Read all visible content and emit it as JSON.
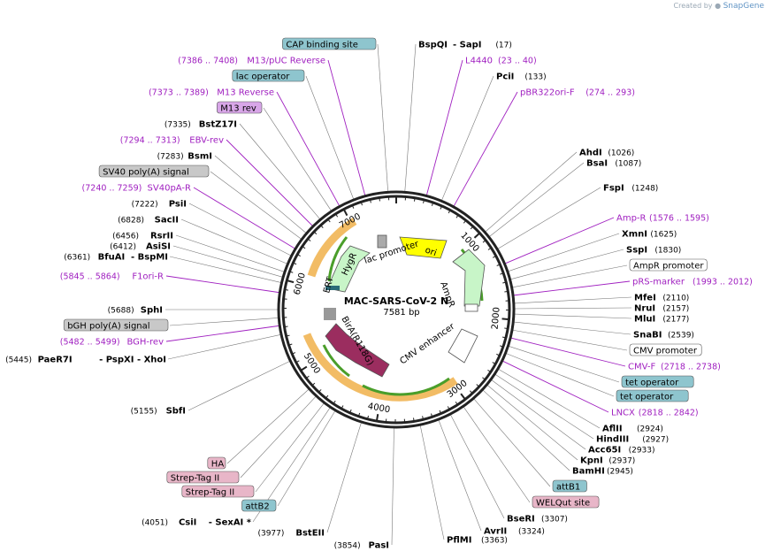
{
  "credit": {
    "prefix": "Created by",
    "brand": "SnapGene"
  },
  "plasmid": {
    "name": "MAC-SARS-CoV-2 N",
    "length_label": "7581 bp"
  },
  "ticks": [
    "1000",
    "2000",
    "3000",
    "4000",
    "5000",
    "6000",
    "7000"
  ],
  "features": {
    "ori": "ori",
    "ampr": "AmpR",
    "cmv_enhancer": "CMV enhancer",
    "birA": "BirA(R118G)",
    "ert": "ERT",
    "hygr": "HygR",
    "lac_promoter": "lac promoter"
  },
  "labels_right": [
    {
      "name": "BspQI",
      "sep": "- SapI",
      "pos": "(17)"
    },
    {
      "name": "L4440",
      "pos": "(23 .. 40)",
      "primer": true
    },
    {
      "name": "PciI",
      "pos": "(133)"
    },
    {
      "name": "pBR322ori-F",
      "pos": "(274 .. 293)",
      "primer": true
    },
    {
      "name": "AhdI",
      "pos": "(1026)"
    },
    {
      "name": "BsaI",
      "pos": "(1087)"
    },
    {
      "name": "FspI",
      "pos": "(1248)"
    },
    {
      "name": "Amp-R",
      "pos": "(1576 .. 1595)",
      "primer": true
    },
    {
      "name": "XmnI",
      "pos": "(1625)"
    },
    {
      "name": "SspI",
      "pos": "(1830)"
    },
    {
      "name": "AmpR promoter",
      "box": "white"
    },
    {
      "name": "pRS-marker",
      "pos": "(1993 .. 2012)",
      "primer": true
    },
    {
      "name": "MfeI",
      "pos": "(2110)"
    },
    {
      "name": "NruI",
      "pos": "(2157)"
    },
    {
      "name": "MluI",
      "pos": "(2177)"
    },
    {
      "name": "SnaBI",
      "pos": "(2539)"
    },
    {
      "name": "CMV promoter",
      "box": "white"
    },
    {
      "name": "CMV-F",
      "pos": "(2718 .. 2738)",
      "primer": true
    },
    {
      "name": "tet operator",
      "box": "teal"
    },
    {
      "name": "tet operator",
      "box": "teal"
    },
    {
      "name": "LNCX",
      "pos": "(2818 .. 2842)",
      "primer": true
    },
    {
      "name": "AflII",
      "pos": "(2924)"
    },
    {
      "name": "HindIII",
      "pos": "(2927)"
    },
    {
      "name": "Acc65I",
      "pos": "(2933)"
    },
    {
      "name": "KpnI",
      "pos": "(2937)"
    },
    {
      "name": "BamHI",
      "pos": "(2945)"
    },
    {
      "name": "attB1",
      "box": "teal"
    },
    {
      "name": "WELQut site",
      "box": "pink"
    },
    {
      "name": "BseRI",
      "pos": "(3307)"
    },
    {
      "name": "AvrII",
      "pos": "(3324)"
    },
    {
      "name": "PflMI",
      "pos": "(3363)"
    }
  ],
  "labels_left": [
    {
      "name": "CAP binding site",
      "box": "teal"
    },
    {
      "name": "M13/pUC Reverse",
      "pos": "(7386 .. 7408)",
      "primer": true
    },
    {
      "name": "lac operator",
      "box": "teal"
    },
    {
      "name": "M13 Reverse",
      "pos": "(7373 .. 7389)",
      "primer": true
    },
    {
      "name": "M13 rev",
      "box": "purple"
    },
    {
      "name": "BstZ17I",
      "pos": "(7335)"
    },
    {
      "name": "EBV-rev",
      "pos": "(7294 .. 7313)",
      "primer": true
    },
    {
      "name": "BsmI",
      "pos": "(7283)"
    },
    {
      "name": "SV40 poly(A) signal",
      "box": "gray"
    },
    {
      "name": "SV40pA-R",
      "pos": "(7240 .. 7259)",
      "primer": true
    },
    {
      "name": "PsiI",
      "pos": "(7222)"
    },
    {
      "name": "SacII",
      "pos": "(6828)"
    },
    {
      "name": "RsrII",
      "pos": "(6456)"
    },
    {
      "name": "AsiSI",
      "pos": "(6412)"
    },
    {
      "name": "BfuAI",
      "sep": "- BspMI",
      "pos": "(6361)"
    },
    {
      "name": "F1ori-R",
      "pos": "(5845 .. 5864)",
      "primer": true
    },
    {
      "name": "SphI",
      "pos": "(5688)"
    },
    {
      "name": "bGH poly(A) signal",
      "box": "gray"
    },
    {
      "name": "BGH-rev",
      "pos": "(5482 .. 5499)",
      "primer": true
    },
    {
      "name": "PaeR7I",
      "sep": "- PspXI   - XhoI",
      "pos": "(5445)"
    },
    {
      "name": "SbfI",
      "pos": "(5155)"
    },
    {
      "name": "HA",
      "box": "pink"
    },
    {
      "name": "Strep-Tag II",
      "box": "pink"
    },
    {
      "name": "Strep-Tag II",
      "box": "pink"
    },
    {
      "name": "attB2",
      "box": "teal"
    },
    {
      "name": "CsiI",
      "sep": "- SexAI *",
      "pos": "(4051)"
    },
    {
      "name": "BstEII",
      "pos": "(3977)"
    },
    {
      "name": "PasI",
      "pos": "(3854)"
    }
  ]
}
